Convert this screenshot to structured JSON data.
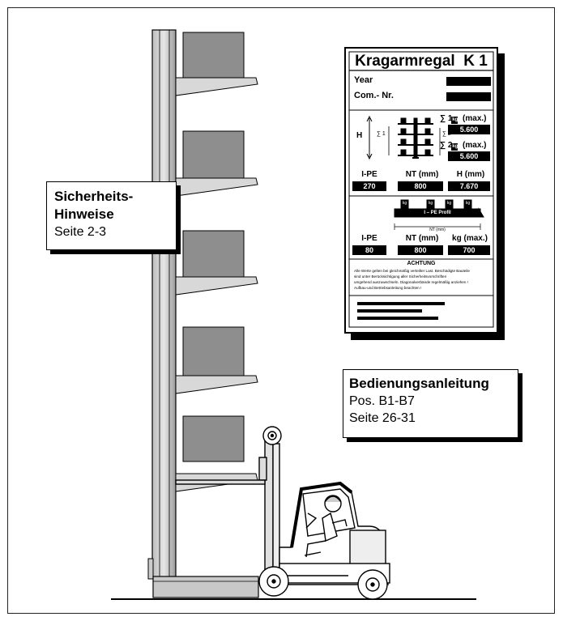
{
  "callout_safety": {
    "title_line1": "Sicherheits-",
    "title_line2": "Hinweise",
    "pages": "Seite 2-3"
  },
  "callout_manual": {
    "title": "Bedienungsanleitung",
    "positions": "Pos. B1-B7",
    "pages": "Seite 26-31"
  },
  "sign": {
    "title": "Kragarmregal",
    "code": "K 1",
    "year_label": "Year",
    "comnr_label": "Com.- Nr.",
    "h_label": "H",
    "sum1_label": "∑ 1",
    "sum2_label": "∑ 2",
    "sum_inner1": "∑ 1",
    "sum_inner2": "∑ 2",
    "max1_label": "(max.)",
    "max2_label": "(max.)",
    "kg_icon": "kg",
    "max1_value": "5.600",
    "max2_value": "5.600",
    "row1": {
      "h1": "I-PE",
      "h2": "NT (mm)",
      "h3": "H (mm)",
      "v1": "270",
      "v2": "800",
      "v3": "7.670"
    },
    "beam_label": "I – PE  Profil",
    "nt_dim_label": "NT (mm)",
    "row2": {
      "h1": "I-PE",
      "h2": "NT (mm)",
      "h3": "kg (max.)",
      "v1": "80",
      "v2": "800",
      "v3": "700"
    },
    "warning_title": "ACHTUNG",
    "warning_lines": [
      "Alle Werte gelten bei gleichmäßig verteilter Last. Beschädigte Bauteile",
      "sind unter Berücksichtigung aller Sicherheitsvorschriften",
      "umgehend auszuwechseln. Diagonalverbände regelmäßig anziehen !",
      "Aufbau-und Betriebsanleitung beachten !"
    ]
  },
  "colors": {
    "shelf_grey": "#8e8e8e",
    "line": "#000000"
  }
}
